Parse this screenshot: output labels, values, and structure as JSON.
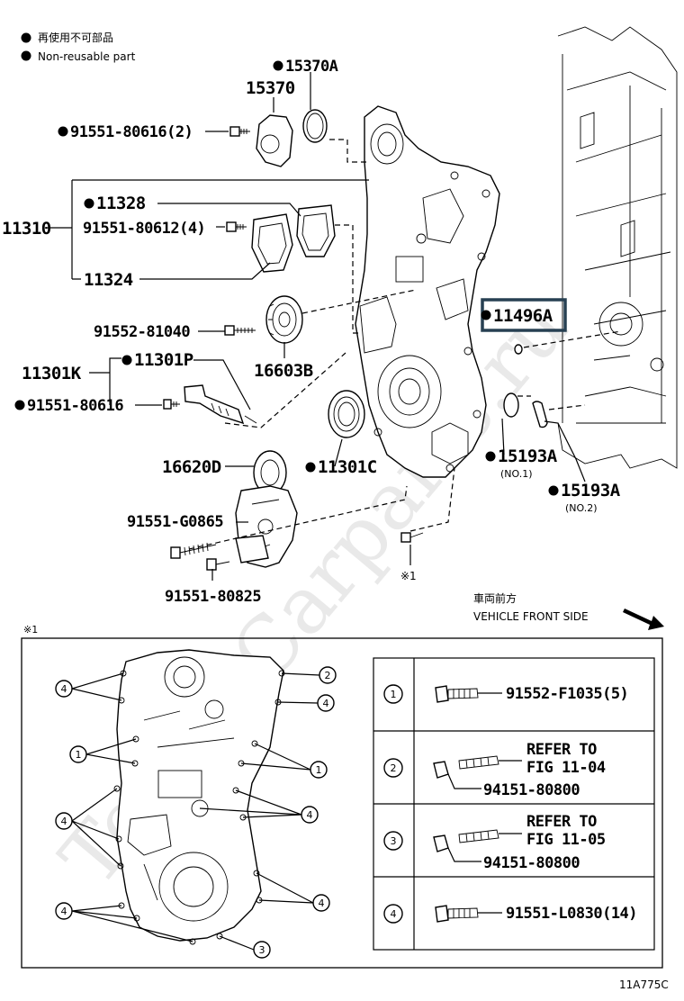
{
  "legend": {
    "jp": "再使用不可部品",
    "en": "Non-reusable part"
  },
  "watermark": "ToyotaCarparts.ru",
  "parts": {
    "p15370A": "15370A",
    "p15370": "15370",
    "p9155180616_2": "91551-80616(2)",
    "p11328": "11328",
    "p11310": "11310",
    "p9155180612_4": "91551-80612(4)",
    "p11324": "11324",
    "p11496A": "11496A",
    "p9155281040": "91552-81040",
    "p16603B": "16603B",
    "p11301K": "11301K",
    "p11301P": "11301P",
    "p9155180616": "91551-80616",
    "p16620D": "16620D",
    "p11301C": "11301C",
    "p15193A_1": "15193A",
    "p15193A_1_note": "(NO.1)",
    "p15193A_2": "15193A",
    "p15193A_2_note": "(NO.2)",
    "p91551G0865": "91551-G0865",
    "p9155180825": "91551-80825",
    "ref1": "※1"
  },
  "direction": {
    "jp": "車両前方",
    "en": "VEHICLE FRONT SIDE"
  },
  "detail": {
    "mark": "※1",
    "callouts": [
      "1",
      "2",
      "3",
      "4"
    ],
    "table": [
      {
        "key": "1",
        "part": "91552-F1035(5)"
      },
      {
        "key": "2",
        "ref1": "REFER TO",
        "ref2": "FIG 11-04",
        "part": "94151-80800"
      },
      {
        "key": "3",
        "ref1": "REFER TO",
        "ref2": "FIG 11-05",
        "part": "94151-80800"
      },
      {
        "key": "4",
        "part": "91551-L0830(14)"
      }
    ]
  },
  "figure_id": "11A775C"
}
